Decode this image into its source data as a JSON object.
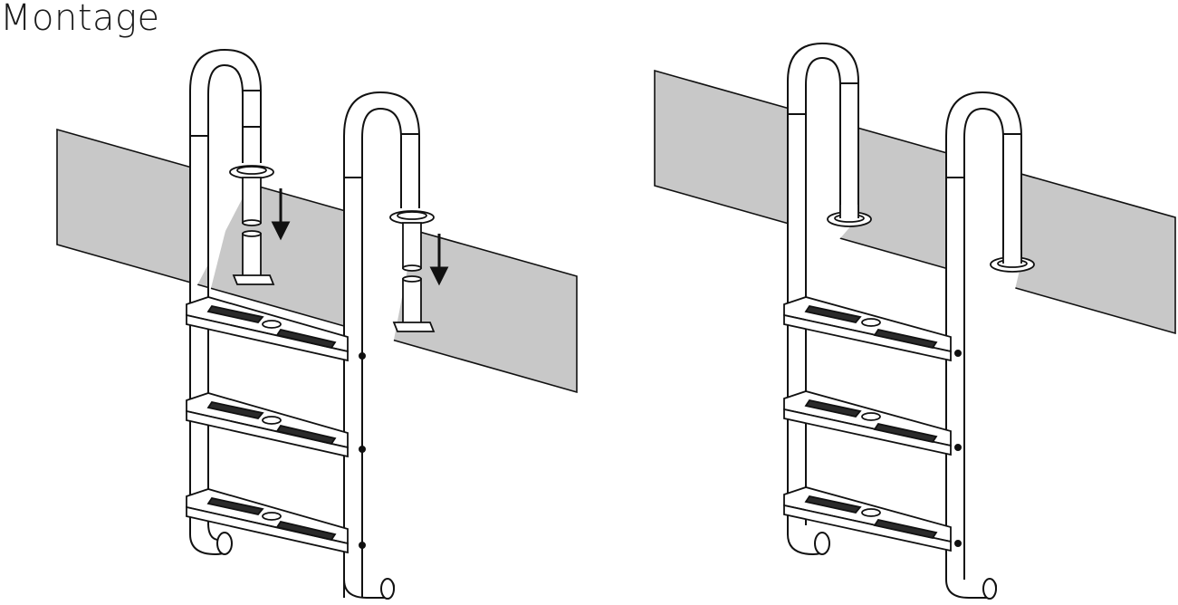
{
  "title": "Montage",
  "colors": {
    "wall": "#c8c8c8",
    "line": "#111111",
    "tread_pattern": "#2a2a2a",
    "background": "#ffffff"
  },
  "figures": [
    {
      "name": "assembly-step",
      "icon": "ladder-with-anchors-icon",
      "arrows": 2,
      "steps": 3
    },
    {
      "name": "installed-state",
      "icon": "ladder-installed-icon",
      "arrows": 0,
      "steps": 3
    }
  ]
}
